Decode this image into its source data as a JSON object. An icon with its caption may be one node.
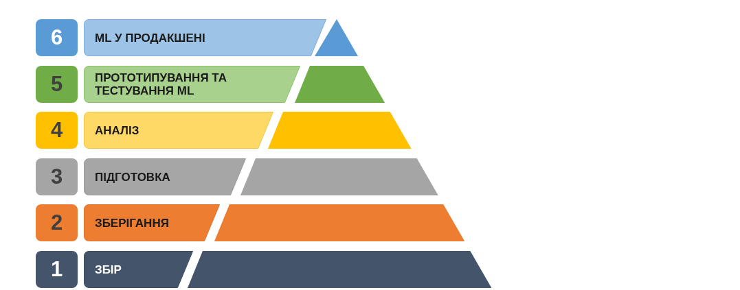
{
  "diagram": {
    "nodes": [
      {
        "text": [
          "6"
        ]
      },
      {
        "text": [
          "ML У ПРОДАКШЕНІ"
        ]
      },
      {
        "text": [],
        "shape": "triangle"
      },
      {
        "text": [
          "5"
        ]
      },
      {
        "text": [
          "ПРОТОТИПУВАННЯ ТА ТЕСТУВАННЯ ML"
        ]
      },
      {
        "text": [],
        "shape": "trapezoid"
      },
      {
        "text": [
          "4"
        ]
      },
      {
        "text": [
          "АНАЛІЗ"
        ]
      },
      {
        "text": [],
        "shape": "trapezoid"
      },
      {
        "text": [
          "3"
        ]
      },
      {
        "text": [
          "ПІДГОТОВКА"
        ]
      },
      {
        "text": [],
        "shape": "trapezoid"
      },
      {
        "text": [
          "2"
        ]
      },
      {
        "text": [
          "ЗБЕРІГАННЯ"
        ]
      },
      {
        "text": [],
        "shape": "trapezoid"
      },
      {
        "text": [
          "1"
        ]
      },
      {
        "text": [
          "ЗБІР"
        ]
      },
      {
        "text": [],
        "shape": "trapezoid"
      }
    ]
  }
}
